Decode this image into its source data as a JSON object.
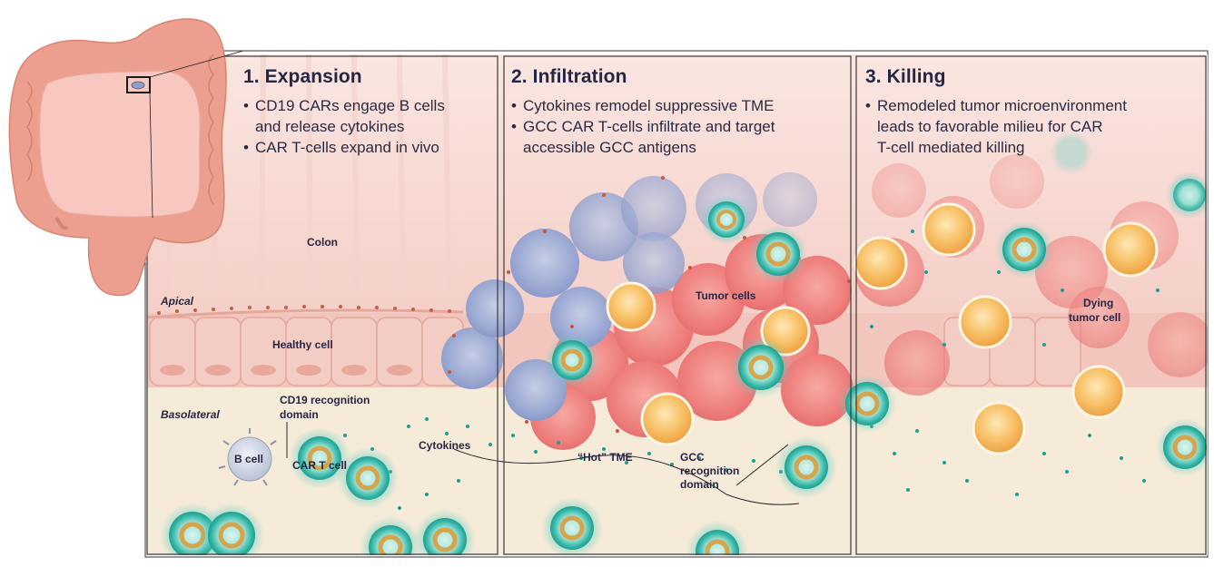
{
  "panels": [
    {
      "title": "1. Expansion",
      "bullets": [
        "CD19 CARs engage B cells",
        "and release cytokines",
        "CAR T-cells expand in vivo"
      ]
    },
    {
      "title": "2. Infiltration",
      "bullets": [
        "Cytokines remodel suppressive TME",
        "GCC CAR T-cells infiltrate and target",
        "accessible GCC antigens"
      ]
    },
    {
      "title": "3. Killing",
      "bullets": [
        "Remodeled tumor microenvironment",
        "leads to favorable milieu for CAR",
        "T-cell mediated killing"
      ]
    }
  ],
  "labels": {
    "colon": "Colon",
    "apical": "Apical",
    "healthy_cell": "Healthy cell",
    "basolateral": "Basolateral",
    "cd19_domain_1": "CD19 recognition",
    "cd19_domain_2": "domain",
    "b_cell": "B cell",
    "car_t_cell": "CAR T cell",
    "cytokines": "Cytokines",
    "hot_tme": "“Hot” TME",
    "gcc_domain_1": "GCC",
    "gcc_domain_2": "recognition",
    "gcc_domain_3": "domain",
    "tumor_cells": "Tumor cells",
    "dying_1": "Dying",
    "dying_2": "tumor cell"
  },
  "colors": {
    "tissue": "#f6dcd6",
    "stroma": "#f6ead8",
    "epithelium": "#f2c6bc",
    "tumor": "#ef7f7f",
    "suppressive": "#8e9fcd",
    "car_t": "#2fb9aa",
    "dying": "#f5b04a",
    "colon": "#ec9a88"
  }
}
